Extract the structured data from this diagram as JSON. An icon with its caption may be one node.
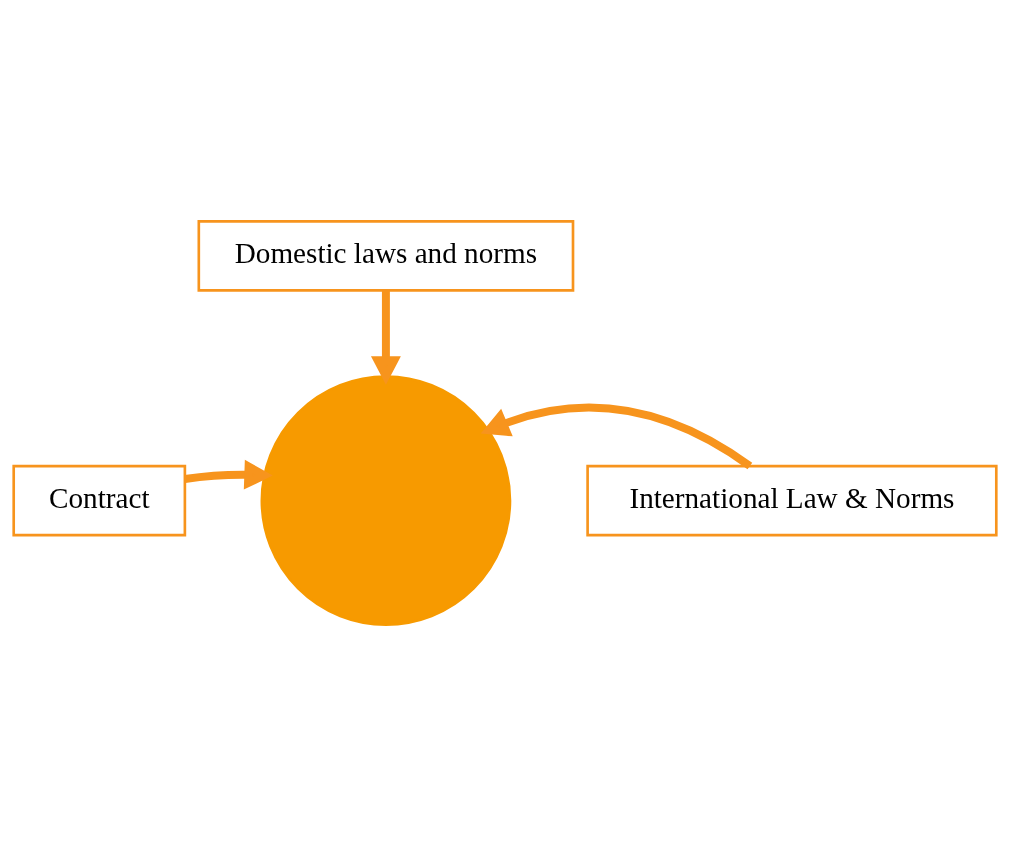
{
  "diagram": {
    "nodes": [
      {
        "text": [
          "Domestic laws and norms"
        ]
      },
      {
        "text": [
          "Contract"
        ]
      },
      {
        "text": [
          "International Law & Norms"
        ]
      },
      {
        "text": [],
        "shape": "circle"
      }
    ],
    "edges": [
      {
        "from": 0,
        "to": 3,
        "arrow": "to"
      },
      {
        "from": 1,
        "to": 3,
        "arrow": "to"
      },
      {
        "from": 2,
        "to": 3,
        "arrow": "to"
      }
    ]
  }
}
